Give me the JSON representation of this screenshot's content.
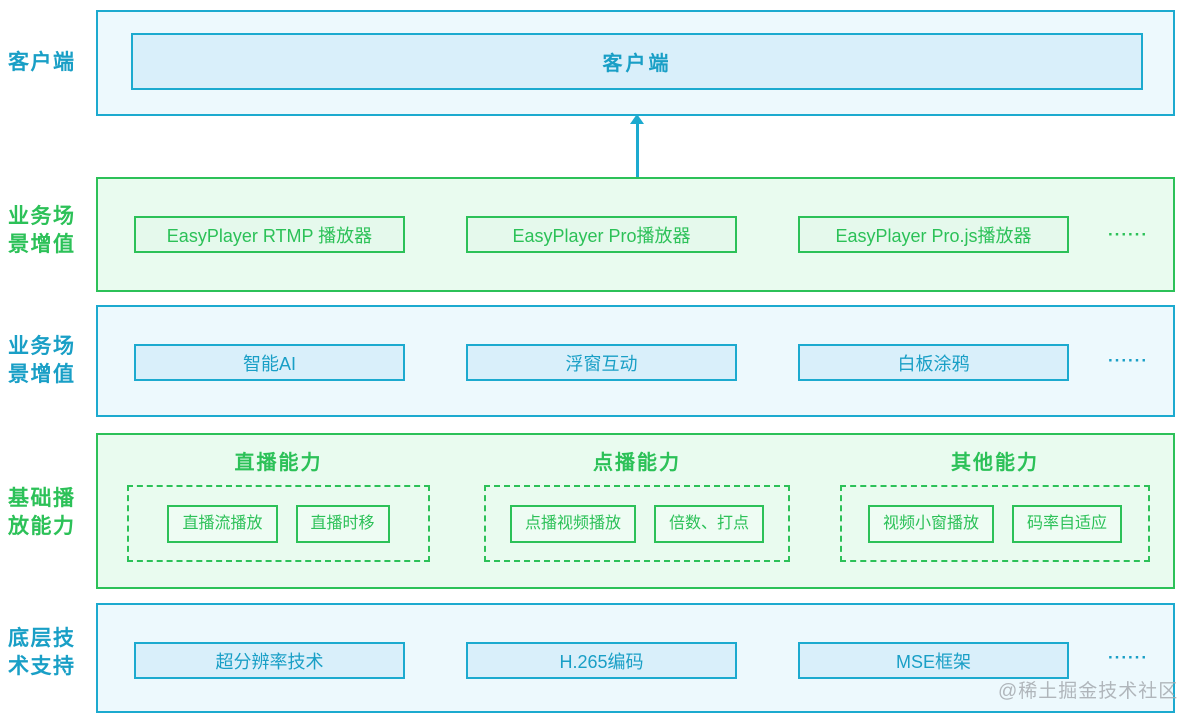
{
  "diagram": {
    "side_labels": [
      {
        "text": "客户端",
        "color": "blue"
      },
      {
        "text": "业务场\n景增值",
        "color": "green"
      },
      {
        "text": "业务场\n景增值",
        "color": "blue"
      },
      {
        "text": "基础播\n放能力",
        "color": "green"
      },
      {
        "text": "底层技\n术支持",
        "color": "blue"
      }
    ],
    "client_band": {
      "title": "客户端"
    },
    "player_band": {
      "items": [
        "EasyPlayer RTMP 播放器",
        "EasyPlayer Pro播放器",
        "EasyPlayer Pro.js播放器"
      ],
      "ellipsis": "······"
    },
    "scene_band": {
      "items": [
        "智能AI",
        "浮窗互动",
        "白板涂鸦"
      ],
      "ellipsis": "······"
    },
    "capability_band": {
      "groups": [
        {
          "title": "直播能力",
          "chips": [
            "直播流播放",
            "直播时移"
          ]
        },
        {
          "title": "点播能力",
          "chips": [
            "点播视频播放",
            "倍数、打点"
          ]
        },
        {
          "title": "其他能力",
          "chips": [
            "视频小窗播放",
            "码率自适应"
          ]
        }
      ]
    },
    "tech_band": {
      "items": [
        "超分辨率技术",
        "H.265编码",
        "MSE框架"
      ],
      "ellipsis": "······"
    },
    "watermark": "@稀土掘金技术社区",
    "colors": {
      "blue_border": "#1caacf",
      "blue_text": "#199fc6",
      "blue_band_fill": "#edf9fd",
      "blue_item_fill": "#d9effa",
      "green_border": "#2cc158",
      "green_band_fill": "#e9fbef",
      "green_item_fill": "#e5f9ec",
      "watermark_gray": "#a6abb0"
    }
  }
}
